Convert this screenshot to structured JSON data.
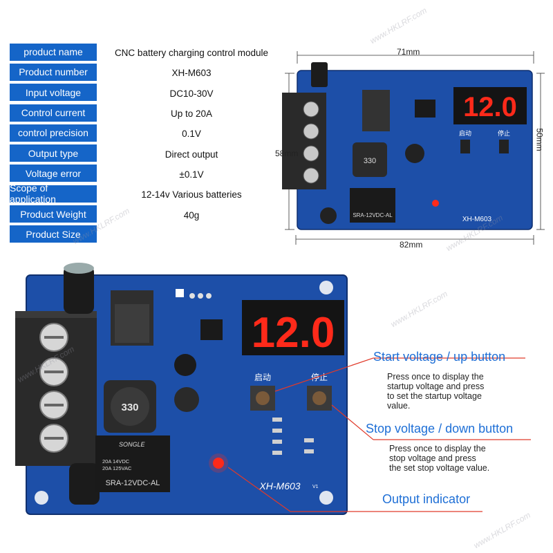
{
  "specs": [
    {
      "label": "product name",
      "value": "CNC battery charging control module"
    },
    {
      "label": "Product number",
      "value": "XH-M603"
    },
    {
      "label": "Input voltage",
      "value": "DC10-30V"
    },
    {
      "label": "Control current",
      "value": "Up to 20A"
    },
    {
      "label": "control precision",
      "value": "0.1V"
    },
    {
      "label": "Output type",
      "value": "Direct output"
    },
    {
      "label": "Voltage error",
      "value": "±0.1V"
    },
    {
      "label": "Scope of application",
      "value": "12-14v Various batteries"
    },
    {
      "label": "Product Weight",
      "value": "40g"
    },
    {
      "label": "Product Size",
      "value": ""
    }
  ],
  "dimensions": {
    "top_width": "71mm",
    "bottom_width": "82mm",
    "left_height": "58mm",
    "right_height": "50mm"
  },
  "board": {
    "display": "12.0",
    "model": "XH-M603",
    "version": "V1",
    "relay_line1": "20A 14VDC",
    "relay_line2": "20A 125VAC",
    "relay_model": "SRA-12VDC-AL",
    "relay_brand": "SONGLE",
    "inductor": "330",
    "start_label": "启动",
    "stop_label": "停止"
  },
  "callouts": {
    "start_title": "Start voltage / up button",
    "start_desc": "Press once to display the\nstartup voltage and press\nto set the startup voltage\nvalue.",
    "stop_title": "Stop voltage / down button",
    "stop_desc": "Press once to display the\nstop voltage and press\nthe set stop voltage value.",
    "output_title": "Output indicator"
  },
  "watermark": "www.HKLRF.com",
  "colors": {
    "label_bg": "#1565c8",
    "callout_text": "#1e6fd6",
    "pcb": "#1d4fa8",
    "led_red": "#ff2a1a",
    "callout_line": "#e03a2a"
  }
}
